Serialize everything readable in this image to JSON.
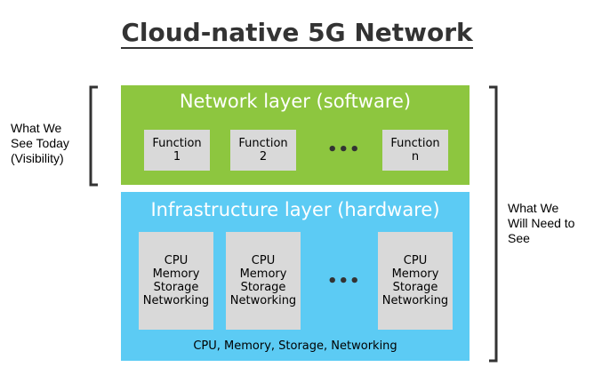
{
  "title": "Cloud-native 5G Network",
  "left_label": [
    "What We",
    "See Today",
    "(Visibility)"
  ],
  "right_label": [
    "What We",
    "Will Need to",
    "See"
  ],
  "network_layer": {
    "title": "Network layer (software)",
    "functions": [
      {
        "line1": "Function",
        "line2": "1"
      },
      {
        "line1": "Function",
        "line2": "2"
      },
      {
        "line1": "Function",
        "line2": "n"
      }
    ],
    "ellipsis": "•••"
  },
  "infrastructure_layer": {
    "title": "Infrastructure layer (hardware)",
    "resources": [
      [
        "CPU",
        "Memory",
        "Storage",
        "Networking"
      ],
      [
        "CPU",
        "Memory",
        "Storage",
        "Networking"
      ],
      [
        "CPU",
        "Memory",
        "Storage",
        "Networking"
      ]
    ],
    "ellipsis": "•••",
    "footer": "CPU, Memory, Storage, Networking"
  },
  "colors": {
    "network_layer": "#8dc63f",
    "infrastructure_layer": "#5ccbf4",
    "box": "#d9d9d9",
    "title": "#333333"
  }
}
